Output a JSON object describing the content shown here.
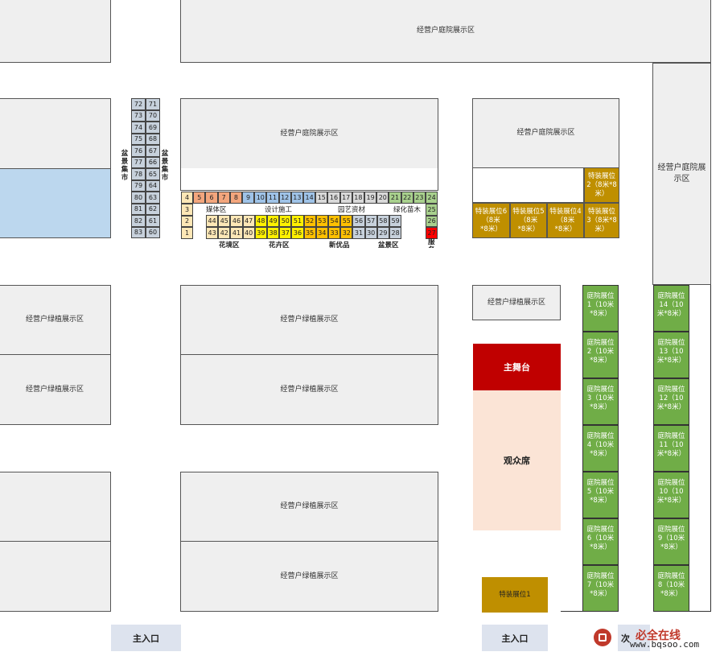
{
  "zones": {
    "garden_display": "经营户庭院展示区",
    "green_display": "经营户绿植展示区",
    "right_tall_garden": "经营户庭院展\n示区"
  },
  "market": {
    "bonsai_left": "盆景集市",
    "bonsai_right": "盆景集市",
    "grid_left": [
      [
        "72",
        "71"
      ],
      [
        "73",
        "70"
      ],
      [
        "74",
        "69"
      ],
      [
        "75",
        "68"
      ],
      [
        "76",
        "67"
      ],
      [
        "77",
        "66"
      ],
      [
        "78",
        "65"
      ],
      [
        "79",
        "64"
      ],
      [
        "80",
        "63"
      ],
      [
        "81",
        "62"
      ],
      [
        "82",
        "61"
      ],
      [
        "83",
        "60"
      ]
    ]
  },
  "stalls": {
    "top_row": [
      "4",
      "5",
      "6",
      "7",
      "8",
      "9",
      "10",
      "11",
      "12",
      "13",
      "14",
      "15",
      "16",
      "17",
      "18",
      "19",
      "20",
      "21",
      "22",
      "23",
      "24"
    ],
    "left_col": [
      "3",
      "2",
      "1"
    ],
    "right_col": [
      "25",
      "26",
      "27"
    ],
    "row_upper": [
      "44",
      "45",
      "46",
      "47",
      "48",
      "49",
      "50",
      "51",
      "52",
      "53",
      "54",
      "55",
      "56",
      "57",
      "58",
      "59"
    ],
    "row_lower": [
      "43",
      "42",
      "41",
      "40",
      "39",
      "38",
      "37",
      "36",
      "35",
      "34",
      "33",
      "32",
      "31",
      "30",
      "29",
      "28"
    ],
    "category_labels": [
      "媒体区",
      "设计施工",
      "园艺资材",
      "绿化苗木"
    ],
    "bottom_labels": [
      "花境区",
      "花卉区",
      "新优品",
      "盆景区",
      "服务"
    ]
  },
  "special_booths": {
    "b6": "特装展位6\n（8米\n*8米）",
    "b5": "特装展位5\n（8米\n*8米）",
    "b4": "特装展位4\n（8米\n*8米）",
    "b3": "特装展位\n3（8米*8\n米）",
    "b2": "特装展位\n2（8米*8\n米）",
    "b1": "特装展位1"
  },
  "courtyard_booths_left": [
    "庭院展位\n1（10米\n*8米）",
    "庭院展位\n2（10米\n*8米）",
    "庭院展位\n3（10米\n*8米）",
    "庭院展位\n4（10米\n*8米）",
    "庭院展位\n5（10米\n*8米）",
    "庭院展位\n6（10米\n*8米）",
    "庭院展位\n7（10米\n*8米）"
  ],
  "courtyard_booths_right": [
    "庭院展位\n14（10\n米*8米）",
    "庭院展位\n13（10\n米*8米）",
    "庭院展位\n12（10\n米*8米）",
    "庭院展位\n11（10\n米*8米）",
    "庭院展位\n10（10\n米*8米）",
    "庭院展位\n9（10米\n*8米）",
    "庭院展位\n8（10米\n*8米）"
  ],
  "stage": {
    "main_stage": "主舞台",
    "audience": "观众席"
  },
  "entrances": {
    "main1": "主入口",
    "main2": "主入口",
    "secondary": "次"
  },
  "watermark": {
    "text": "必全在线",
    "url": "www.bqsoo.com"
  }
}
